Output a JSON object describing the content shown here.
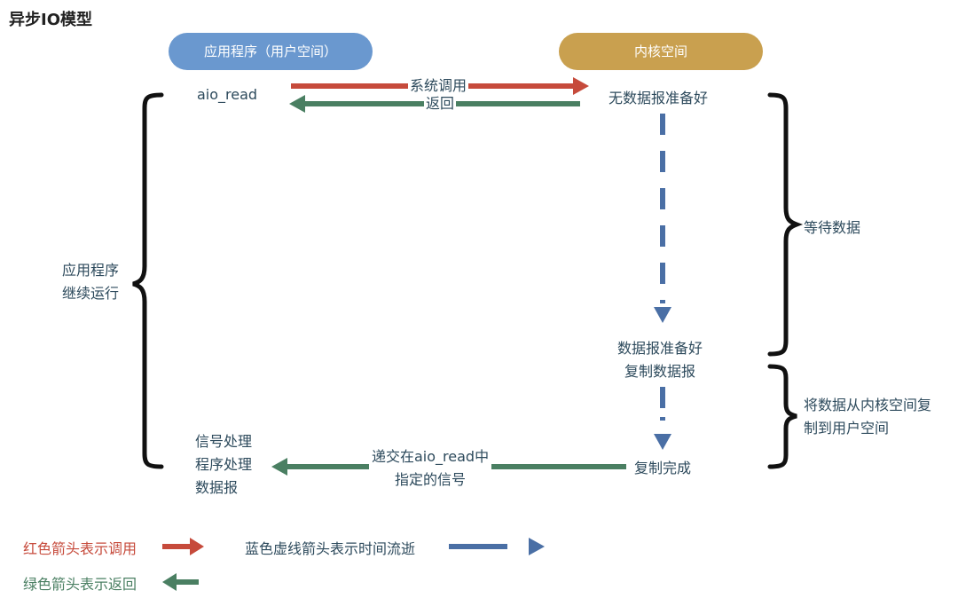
{
  "title": "异步IO模型",
  "app_pill": "应用程序（用户空间）",
  "kernel_pill": "内核空间",
  "aio_read": "aio_read",
  "no_data_ready": "无数据报准备好",
  "syscall_label": "系统调用",
  "return_label": "返回",
  "waiting_data": "等待数据",
  "app_continue": [
    "应用程序",
    "继续运行"
  ],
  "datagram_ready": [
    "数据报准备好",
    "复制数据报"
  ],
  "copy_kernel_to_user": [
    "将数据从内核空间复",
    "制到用户空间"
  ],
  "copy_done": "复制完成",
  "deliver_signal": [
    "递交在aio_read中",
    "指定的信号"
  ],
  "signal_handling": [
    "信号处理",
    "程序处理",
    "数据报"
  ],
  "legend": {
    "red": "红色箭头表示调用",
    "green": "绿色箭头表示返回",
    "blue": "蓝色虚线箭头表示时间流逝"
  },
  "colors": {
    "red_arrow": "#c64a3b",
    "green_arrow": "#4a7f62",
    "blue_arrow": "#4a6fa5",
    "app_pill": "#6a98cf",
    "kernel_pill": "#c9a04f"
  }
}
